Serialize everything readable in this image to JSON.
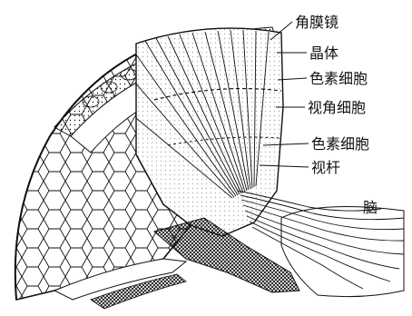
{
  "labels": {
    "cornea": "角膜镜",
    "crystalline_cone": "晶体",
    "pigment_cells_upper": "色素细胞",
    "retinula_cells": "视角细胞",
    "pigment_cells_lower": "色素细胞",
    "rhabdom": "视杆",
    "brain": "脑"
  },
  "colors": {
    "ink": "#111111",
    "paper": "#ffffff"
  }
}
